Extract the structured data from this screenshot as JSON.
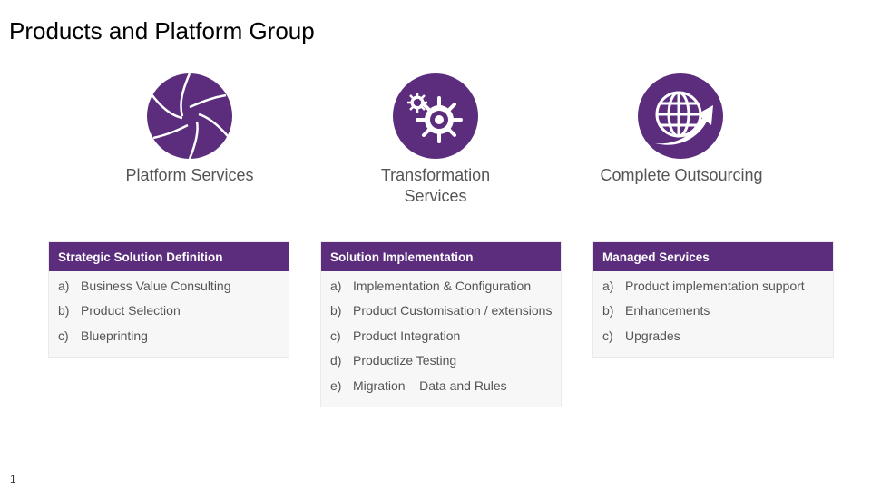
{
  "title": "Products and Platform Group",
  "services": [
    {
      "label": "Platform Services",
      "icon": "aperture-icon"
    },
    {
      "label": "Transformation Services",
      "icon": "gears-icon"
    },
    {
      "label": "Complete Outsourcing",
      "icon": "globe-arrow-icon"
    }
  ],
  "cards": [
    {
      "header": "Strategic Solution Definition",
      "items": [
        {
          "m": "a)",
          "t": "Business Value Consulting"
        },
        {
          "m": "b)",
          "t": "Product Selection"
        },
        {
          "m": "c)",
          "t": "Blueprinting"
        }
      ]
    },
    {
      "header": "Solution Implementation",
      "items": [
        {
          "m": "a)",
          "t": "Implementation & Configuration"
        },
        {
          "m": "b)",
          "t": "Product Customisation / extensions"
        },
        {
          "m": "c)",
          "t": "Product Integration"
        },
        {
          "m": "d)",
          "t": "Productize Testing"
        },
        {
          "m": "e)",
          "t": "Migration – Data and Rules"
        }
      ]
    },
    {
      "header": "Managed Services",
      "items": [
        {
          "m": "a)",
          "t": "Product implementation support"
        },
        {
          "m": "b)",
          "t": "Enhancements"
        },
        {
          "m": "c)",
          "t": "Upgrades"
        }
      ]
    }
  ],
  "page_number": "1",
  "colors": {
    "accent": "#5b2d7c"
  }
}
